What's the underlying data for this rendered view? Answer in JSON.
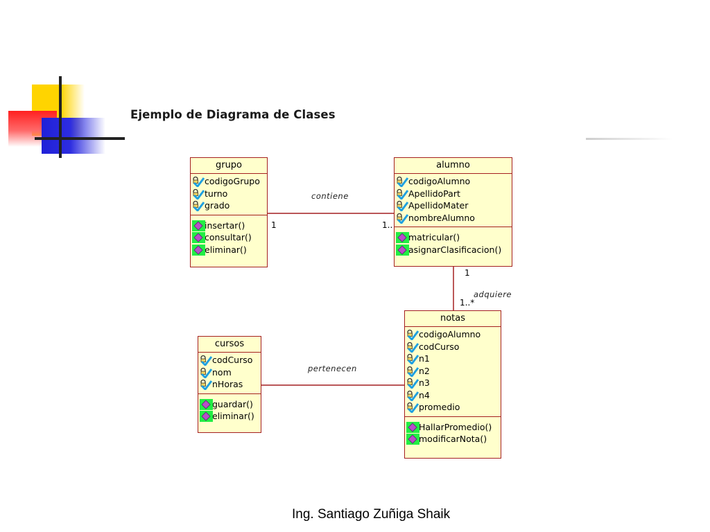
{
  "slide": {
    "title": "Ejemplo de Diagrama de Clases",
    "footer": "Ing. Santiago Zuñiga Shaik"
  },
  "colors": {
    "class_fill": "#ffffcc",
    "class_border": "#a41f20",
    "operation_bar": "#22ee44",
    "attribute_icon": "#1fa0e0",
    "operation_icon": "#b84fc8"
  },
  "classes": {
    "grupo": {
      "name": "grupo",
      "attributes": [
        "codigoGrupo",
        "turno",
        "grado"
      ],
      "operations": [
        "insertar()",
        "consultar()",
        "eliminar()"
      ]
    },
    "alumno": {
      "name": "alumno",
      "attributes": [
        "codigoAlumno",
        "ApellidoPart",
        "ApellidoMater",
        "nombreAlumno"
      ],
      "operations": [
        "matricular()",
        "asignarClasificacion()"
      ]
    },
    "notas": {
      "name": "notas",
      "attributes": [
        "codigoAlumno",
        "codCurso",
        "n1",
        "n2",
        "n3",
        "n4",
        "promedio"
      ],
      "operations": [
        "HallarPromedio()",
        "modificarNota()"
      ]
    },
    "cursos": {
      "name": "cursos",
      "attributes": [
        "codCurso",
        "nom",
        "nHoras"
      ],
      "operations": [
        "guardar()",
        "eliminar()"
      ]
    }
  },
  "associations": {
    "contiene": {
      "label": "contiene",
      "source_mult": "1",
      "target_mult": "1.."
    },
    "adquiere": {
      "label": "adquiere",
      "source_mult": "1",
      "target_mult": "1..*"
    },
    "pertenecen": {
      "label": "pertenecen"
    }
  },
  "icons": {
    "attribute": "key-attribute-icon",
    "operation": "method-diamond-icon"
  }
}
